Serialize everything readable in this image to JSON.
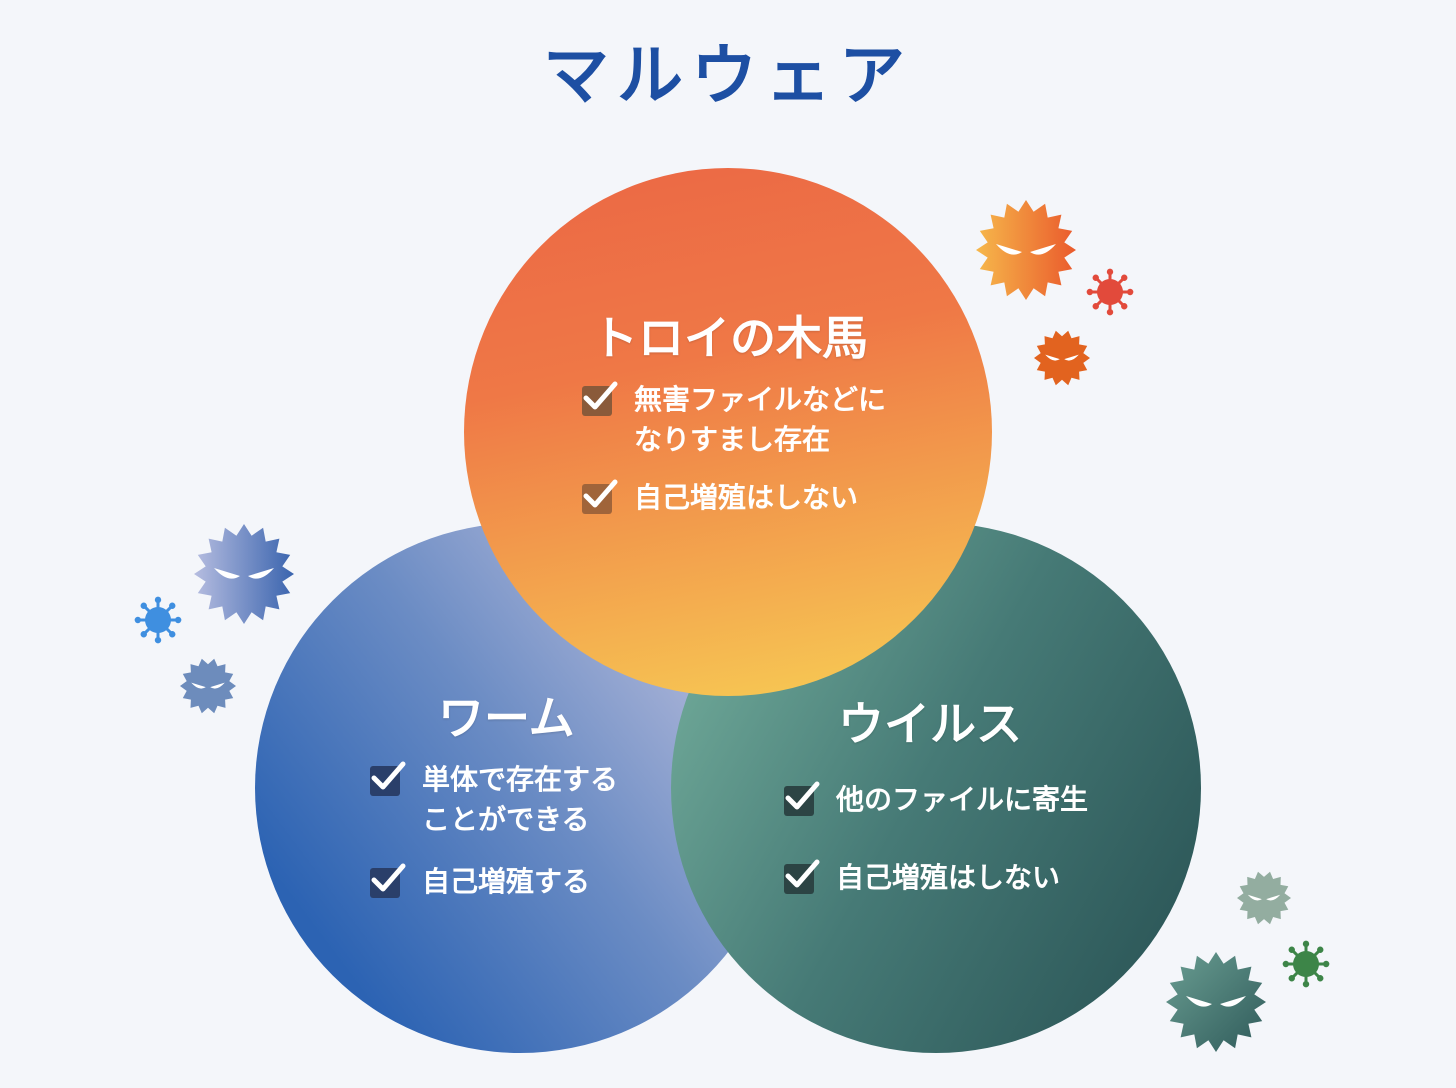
{
  "title": "マルウェア",
  "circles": {
    "trojan": {
      "title": "トロイの木馬",
      "items": [
        "無害ファイルなどに\nなりすまし存在",
        "自己増殖はしない"
      ]
    },
    "worm": {
      "title": "ワーム",
      "items": [
        "単体で存在する\nことができる",
        "自己増殖する"
      ]
    },
    "virus": {
      "title": "ウイルス",
      "items": [
        "他のファイルに寄生",
        "自己増殖はしない"
      ]
    }
  },
  "icons": {
    "check": "checkbox-check-icon",
    "germ": "germ-face-icon",
    "virion": "virus-particle-icon"
  },
  "colors": {
    "title": "#1d4fa3",
    "trojan_top": "#ec6a45",
    "trojan_bottom": "#f5c152",
    "worm_dark": "#2c63b3",
    "worm_light": "#b7bbdb",
    "virus_light": "#6aa294",
    "virus_dark": "#2f5a5a"
  }
}
